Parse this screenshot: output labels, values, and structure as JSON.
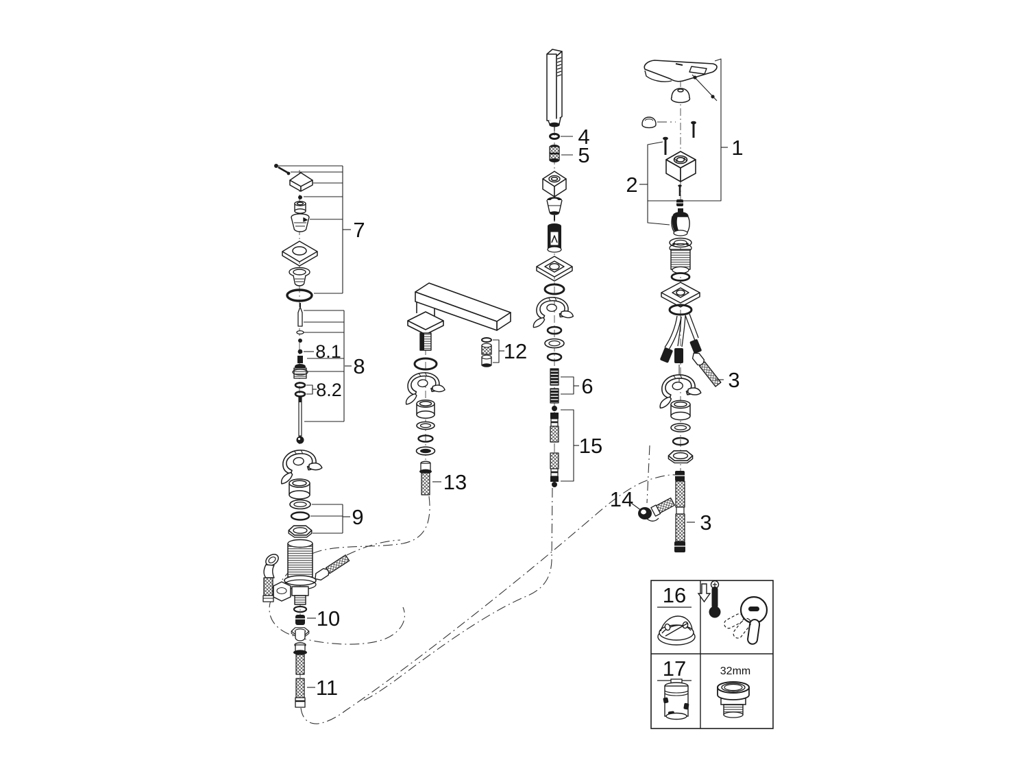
{
  "diagram": {
    "kind": "faucet-exploded-parts-diagram",
    "background": "#ffffff",
    "line_color": "#1c1c1c",
    "callouts": {
      "c1": "1",
      "c2": "2",
      "c3": "3",
      "c3b": "3",
      "c4": "4",
      "c5": "5",
      "c6": "6",
      "c7": "7",
      "c8": "8",
      "c8_1": "8.1",
      "c8_2": "8.2",
      "c9": "9",
      "c10": "10",
      "c11": "11",
      "c12": "12",
      "c13": "13",
      "c14": "14",
      "c15": "15"
    },
    "inset": {
      "cell_a": "16",
      "cell_b": "17",
      "size_label": "32mm"
    }
  }
}
